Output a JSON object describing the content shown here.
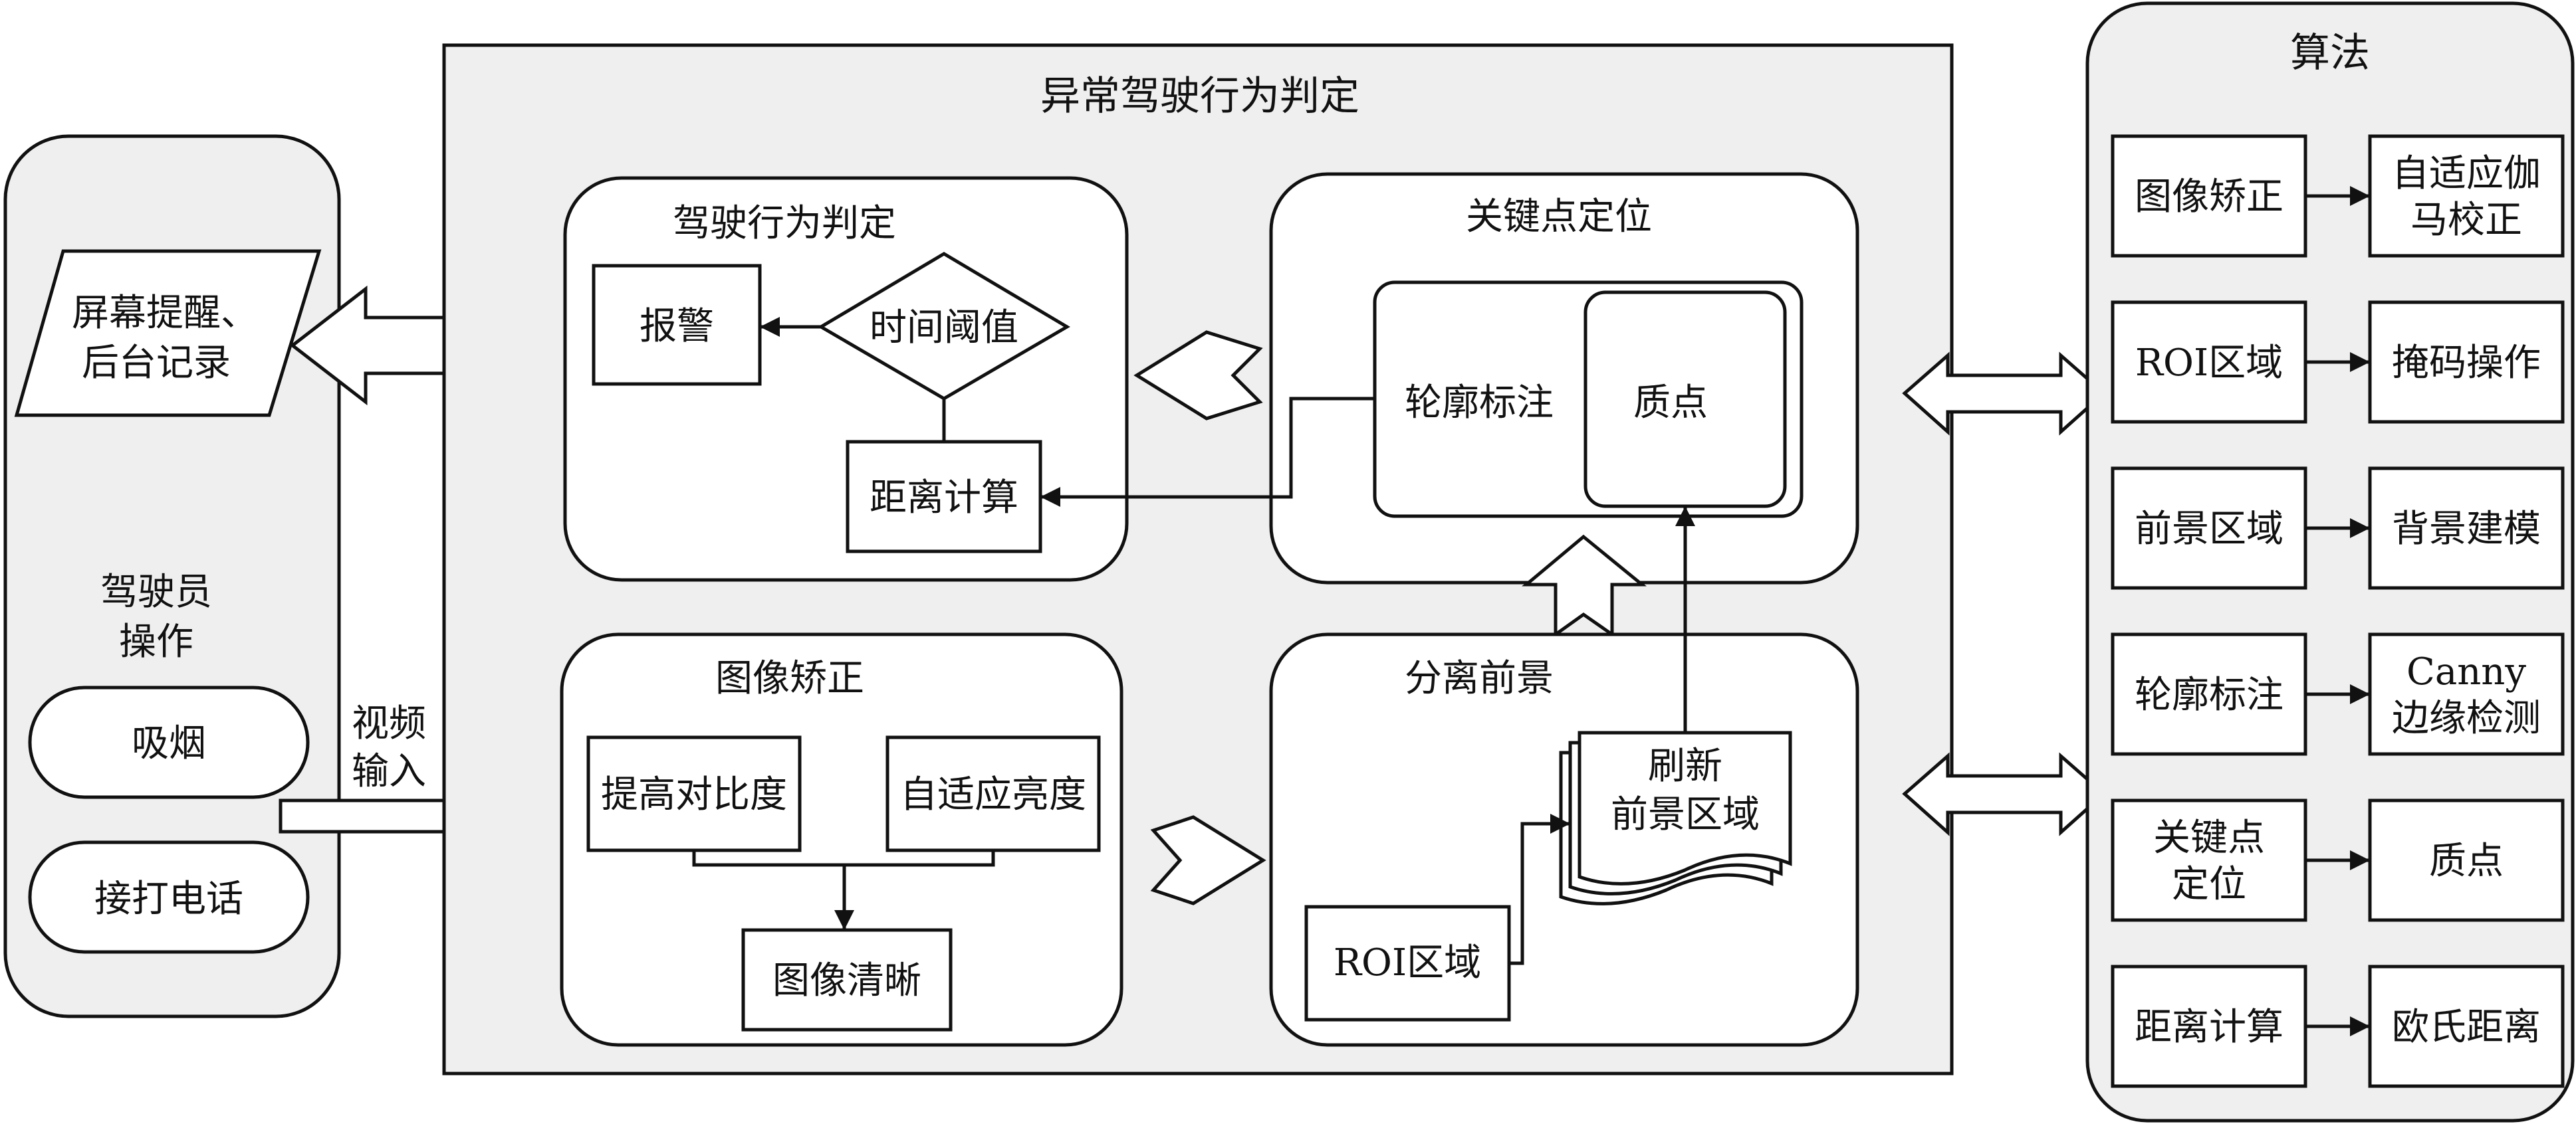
{
  "main_title": "异常驾驶行为判定",
  "driver_panel": {
    "title_line1": "驾驶员",
    "title_line2": "操作",
    "behaviors": [
      "吸烟",
      "接打电话"
    ],
    "output_line1": "屏幕提醒、",
    "output_line2": "后台记录"
  },
  "video_input": {
    "line1": "视频",
    "line2": "输入"
  },
  "judgement": {
    "title": "驾驶行为判定",
    "alarm": "报警",
    "threshold": "时间阈值",
    "distance": "距离计算"
  },
  "keypoint": {
    "title": "关键点定位",
    "contour": "轮廓标注",
    "centroid": "质点"
  },
  "correction": {
    "title": "图像矫正",
    "contrast": "提高对比度",
    "brightness": "自适应亮度",
    "clear": "图像清晰"
  },
  "foreground": {
    "title": "分离前景",
    "roi": "ROI区域",
    "refresh_line1": "刷新",
    "refresh_line2": "前景区域"
  },
  "algorithm_panel": {
    "title": "算法",
    "rows": [
      {
        "left": [
          "图像矫正"
        ],
        "right": [
          "自适应伽",
          "马校正"
        ]
      },
      {
        "left": [
          "ROI区域"
        ],
        "right": [
          "掩码操作"
        ]
      },
      {
        "left": [
          "前景区域"
        ],
        "right": [
          "背景建模"
        ]
      },
      {
        "left": [
          "轮廓标注"
        ],
        "right": [
          "Canny",
          "边缘检测"
        ]
      },
      {
        "left": [
          "关键点",
          "定位"
        ],
        "right": [
          "质点"
        ]
      },
      {
        "left": [
          "距离计算"
        ],
        "right": [
          "欧氏距离"
        ]
      }
    ]
  }
}
